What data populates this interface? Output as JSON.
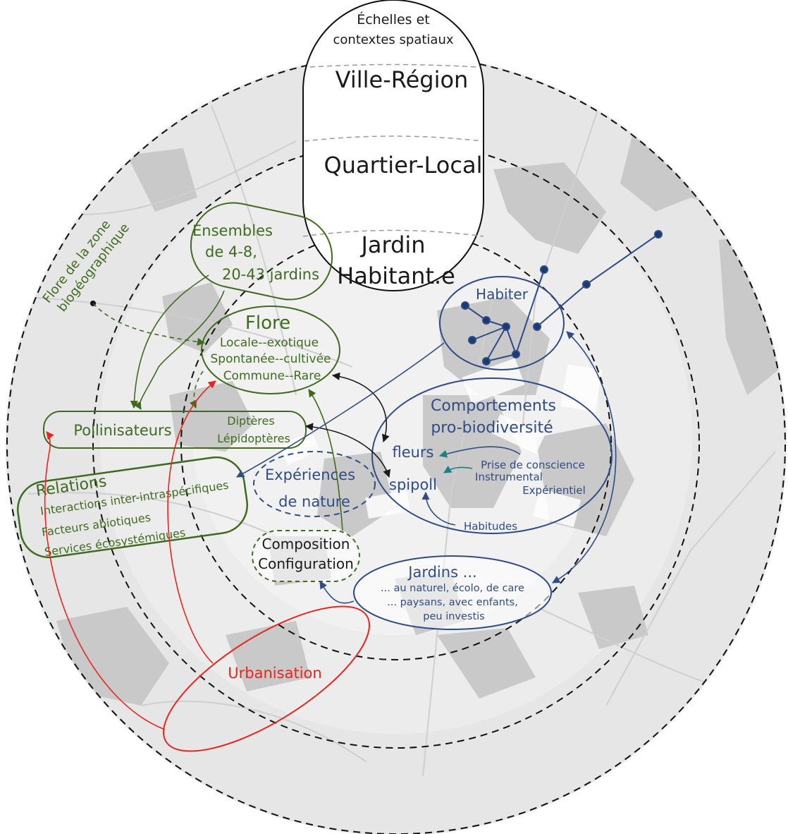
{
  "scales": {
    "header_line1": "Échelles et",
    "header_line2": "contextes spatiaux",
    "ville_region": "Ville-Région",
    "quartier_local": "Quartier-Local",
    "jardin_line1": "Jardin",
    "jardin_line2": "Habitant.e"
  },
  "ecology": {
    "ensembles_line1": "Ensembles",
    "ensembles_line2": "de 4-8,",
    "ensembles_line3": "20-43 jardins",
    "flore_zone_line1": "Flore de la zone",
    "flore_zone_line2": "biogéographique",
    "flore_title": "Flore",
    "flore_line1": "Locale--exotique",
    "flore_line2": "Spontanée--cultivée",
    "flore_line3": "Commune--Rare",
    "pollinisateurs": "Pollinisateurs",
    "dipteres": "Diptères",
    "lepidopteres": "Lépidoptères",
    "relations_title": "Relations",
    "relations_line1": "Interactions inter-intraspécifiques",
    "relations_line2": "Facteurs abiotiques",
    "relations_line3": "Services écosystémiques"
  },
  "experience": {
    "experiences_line1": "Expériences",
    "experiences_line2": "de nature",
    "composition": "Composition",
    "configuration": "Configuration"
  },
  "social": {
    "habiter": "Habiter",
    "comportements_line1": "Comportements",
    "comportements_line2": "pro-biodiversité",
    "fleurs": "fleurs",
    "spipoll": "spipoll",
    "prise": "Prise de conscience",
    "instrumental": "Instrumental",
    "experientiel": "Expérientiel",
    "habitudes": "Habitudes",
    "jardins_title": "Jardins ...",
    "jardins_line1": "... au naturel, écolo, de care",
    "jardins_line2": "... paysans, avec enfants,",
    "jardins_line3": "peu investis"
  },
  "urbanisation": "Urbanisation",
  "colors": {
    "ecology": "#3f6b1f",
    "social": "#2f4c86",
    "urbanisation": "#e8261e",
    "map_bg": "#e6e6e6"
  }
}
